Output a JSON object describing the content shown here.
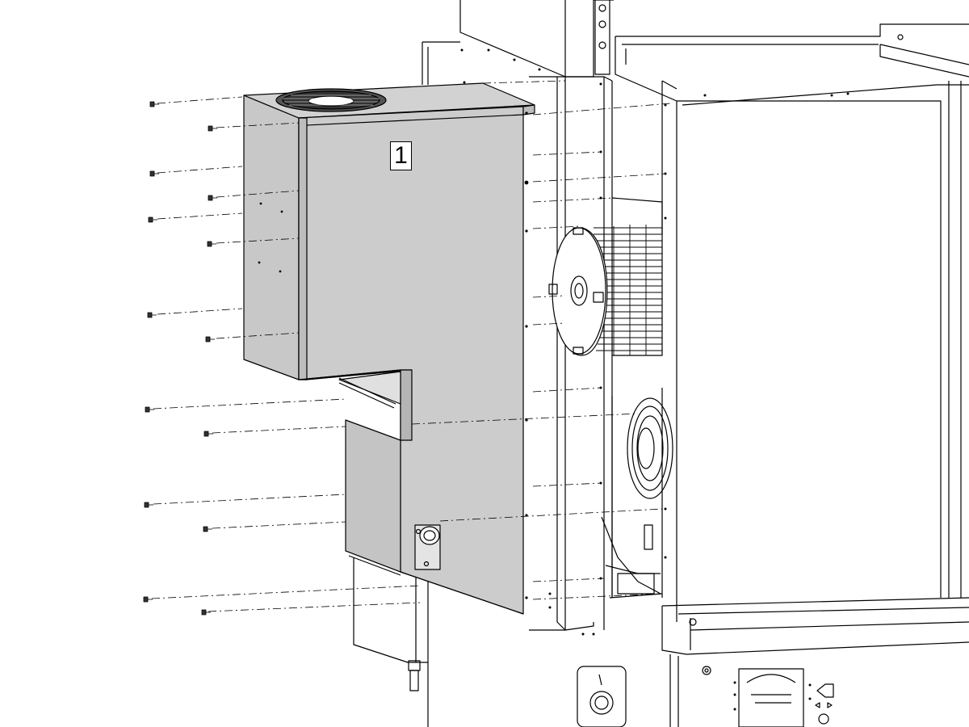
{
  "callout": {
    "number": "1"
  },
  "colors": {
    "line": "#000000",
    "panel_fill": "#cccccc",
    "panel_edge": "#bdbdbd",
    "fan_fill": "#ffffff",
    "background": "#ffffff"
  },
  "parts": {
    "panel": "cover-panel",
    "motor": "blower-motor",
    "wheel": "blower-wheel",
    "screws": "mounting-screws"
  }
}
